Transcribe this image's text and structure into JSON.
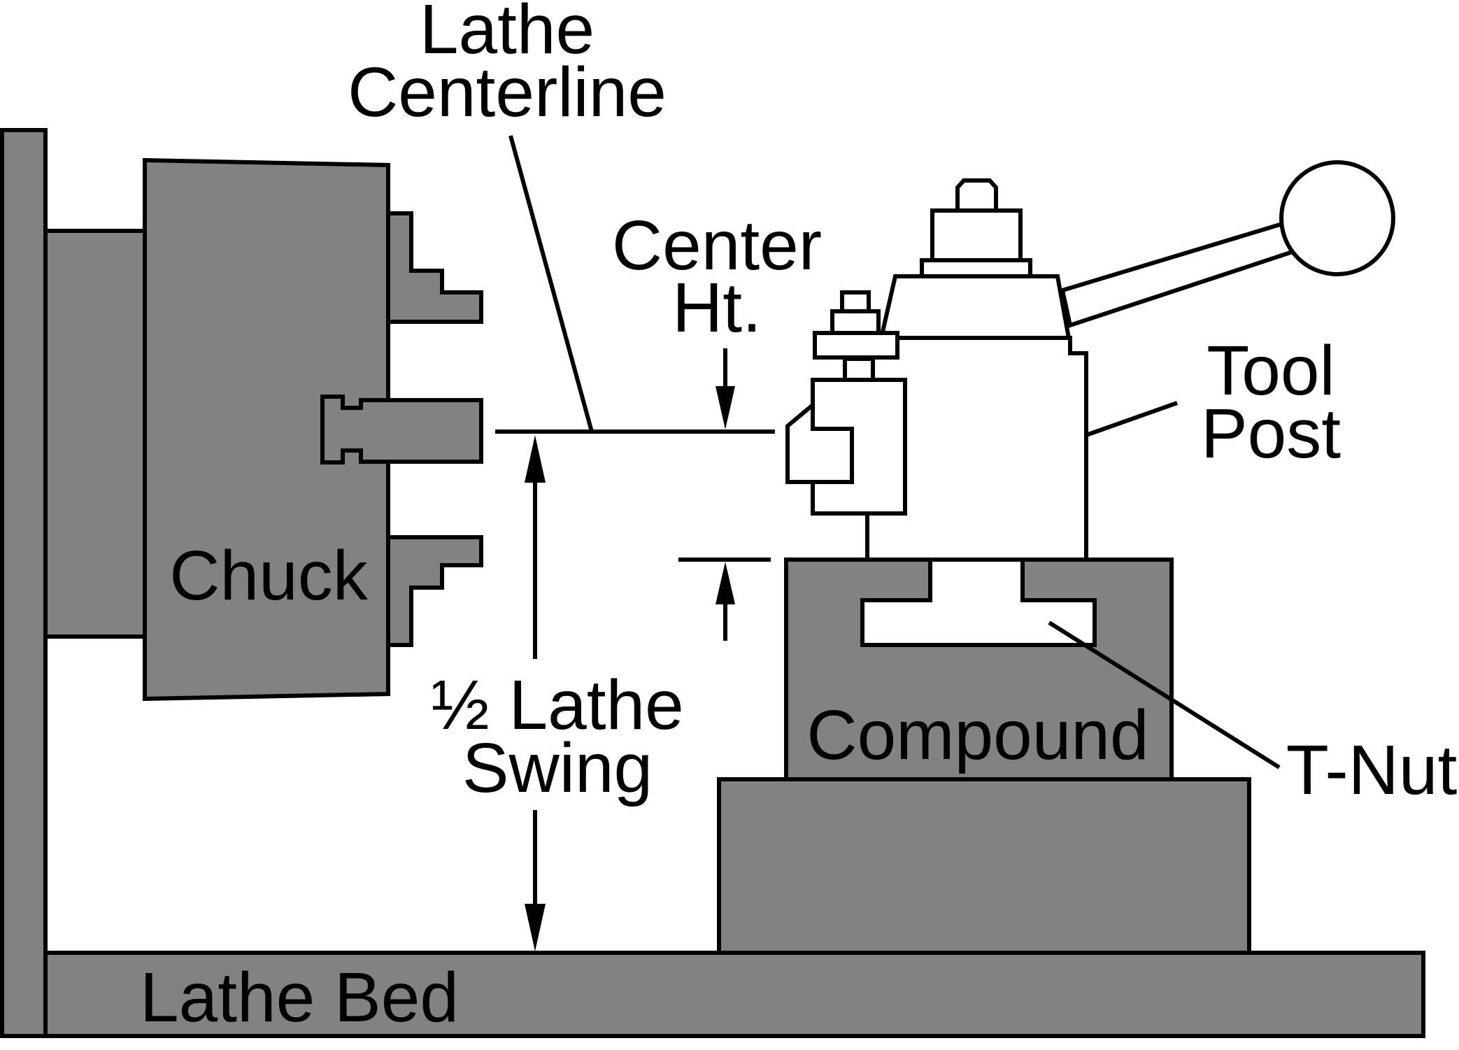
{
  "labels": {
    "lathe_centerline": [
      "Lathe",
      "Centerline"
    ],
    "center_ht": [
      "Center",
      "Ht."
    ],
    "tool_post": [
      "Tool",
      "Post"
    ],
    "chuck": "Chuck",
    "half_lathe_swing": [
      "½ Lathe",
      "Swing"
    ],
    "compound": "Compound",
    "t_nut": "T-Nut",
    "lathe_bed": "Lathe Bed"
  },
  "colors": {
    "part_fill": "#828282",
    "outline": "#000000",
    "background": "#ffffff"
  }
}
